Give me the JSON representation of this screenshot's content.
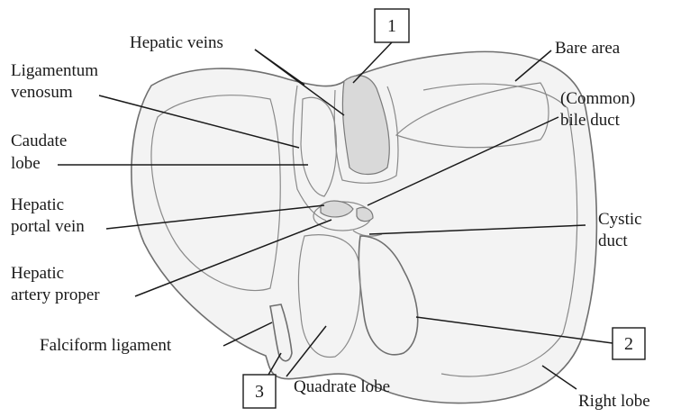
{
  "labels": {
    "hepatic_veins": "Hepatic veins",
    "ligamentum_venosum_1": "Ligamentum",
    "ligamentum_venosum_2": "venosum",
    "caudate_lobe_1": "Caudate",
    "caudate_lobe_2": "lobe",
    "hepatic_portal_vein_1": "Hepatic",
    "hepatic_portal_vein_2": "portal vein",
    "hepatic_artery_proper_1": "Hepatic",
    "hepatic_artery_proper_2": "artery proper",
    "falciform_ligament": "Falciform ligament",
    "quadrate_lobe": "Quadrate lobe",
    "bare_area": "Bare area",
    "common_bile_duct_1": "(Common)",
    "common_bile_duct_2": "bile duct",
    "cystic_duct_1": "Cystic",
    "cystic_duct_2": "duct",
    "right_lobe": "Right lobe"
  },
  "numbered_boxes": {
    "box_1": "1",
    "box_2": "2",
    "box_3": "3"
  },
  "colors": {
    "ink": "#1a1a1a",
    "organ_fill": "#f3f3f3",
    "organ_shade": "#d9d9d9"
  }
}
